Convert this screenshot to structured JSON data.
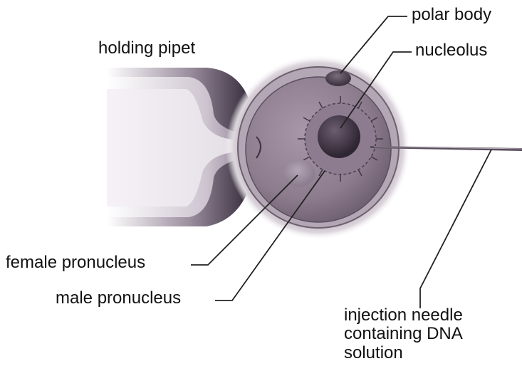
{
  "labels": {
    "holding_pipet": "holding pipet",
    "polar_body": "polar body",
    "nucleolus": "nucleolus",
    "female_pronucleus": "female pronucleus",
    "male_pronucleus": "male pronucleus",
    "injection_needle": [
      "injection needle",
      "containing DNA",
      "solution"
    ]
  },
  "colors": {
    "pipet_dark": "#2e2533",
    "pipet_light": "#d8cfdc",
    "cell_body": "#8a7a8c",
    "cell_rim": "#6e606f",
    "halo": "#cfc5cf",
    "nucleus_dark": "#3c3140",
    "leader_line": "#222222"
  }
}
